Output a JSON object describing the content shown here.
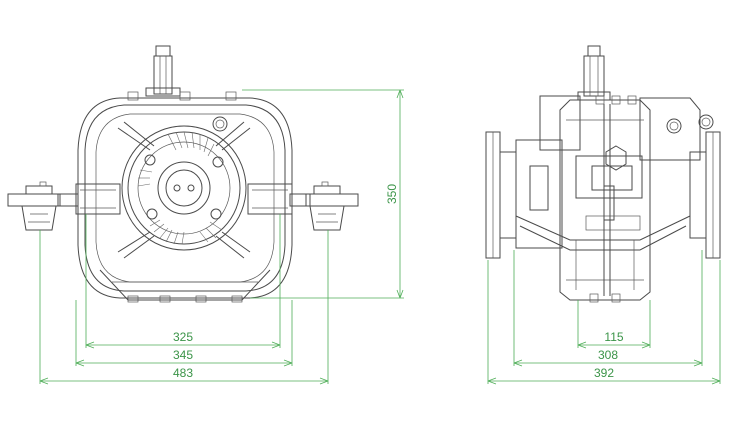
{
  "colors": {
    "line": "#4a4a4a",
    "dimension": "#4fae58",
    "dimension_text": "#3b9448",
    "background": "#ffffff"
  },
  "front_view": {
    "dimensions": {
      "d325": "325",
      "d345": "345",
      "d483": "483",
      "d350": "350"
    }
  },
  "side_view": {
    "dimensions": {
      "d115": "115",
      "d308": "308",
      "d392": "392"
    }
  }
}
